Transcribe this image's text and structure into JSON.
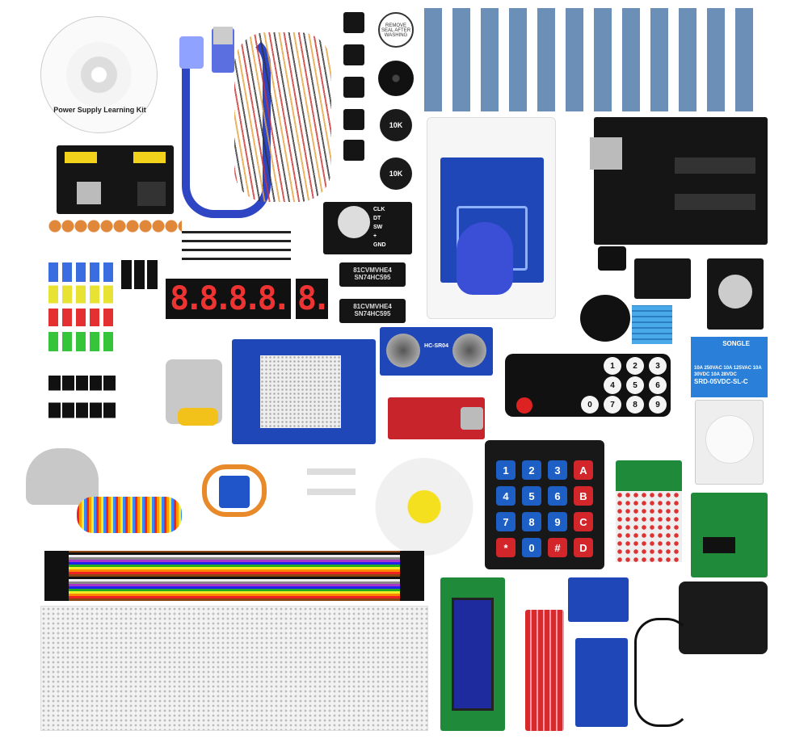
{
  "cd": {
    "label": "Power Supply Learning Kit"
  },
  "buzzer": {
    "sticker": "REMOVE SEAL AFTER WASHING"
  },
  "potentiometers": [
    {
      "label": "10K"
    },
    {
      "label": "10K"
    }
  ],
  "rotary_encoder": {
    "pins": [
      "CLK",
      "DT",
      "SW",
      "+",
      "GND"
    ]
  },
  "shift_registers": [
    {
      "line1": "81CVMVHE4",
      "line2": "SN74HC595"
    },
    {
      "line1": "81CVMVHE4",
      "line2": "SN74HC595"
    }
  ],
  "seven_segment": {
    "four_digit": "8.8.8.8.",
    "one_digit": "8."
  },
  "ultrasonic": {
    "label": "HC-SR04"
  },
  "relay": {
    "brand": "SONGLE",
    "ratings": "10A 250VAC 10A 125VAC 10A 30VDC 10A 28VDC",
    "model": "SRD-05VDC-SL-C"
  },
  "keypad": {
    "keys": [
      "1",
      "2",
      "3",
      "A",
      "4",
      "5",
      "6",
      "B",
      "7",
      "8",
      "9",
      "C",
      "*",
      "0",
      "#",
      "D"
    ]
  },
  "remote": {
    "keys": [
      "1",
      "2",
      "3",
      "4",
      "5",
      "6",
      "7",
      "8",
      "9",
      "0"
    ]
  },
  "colors": {
    "board_blue": "#1f47b8",
    "pcb_black": "#151515",
    "key_red": "#d2262b",
    "key_blue": "#1d5fc4"
  }
}
